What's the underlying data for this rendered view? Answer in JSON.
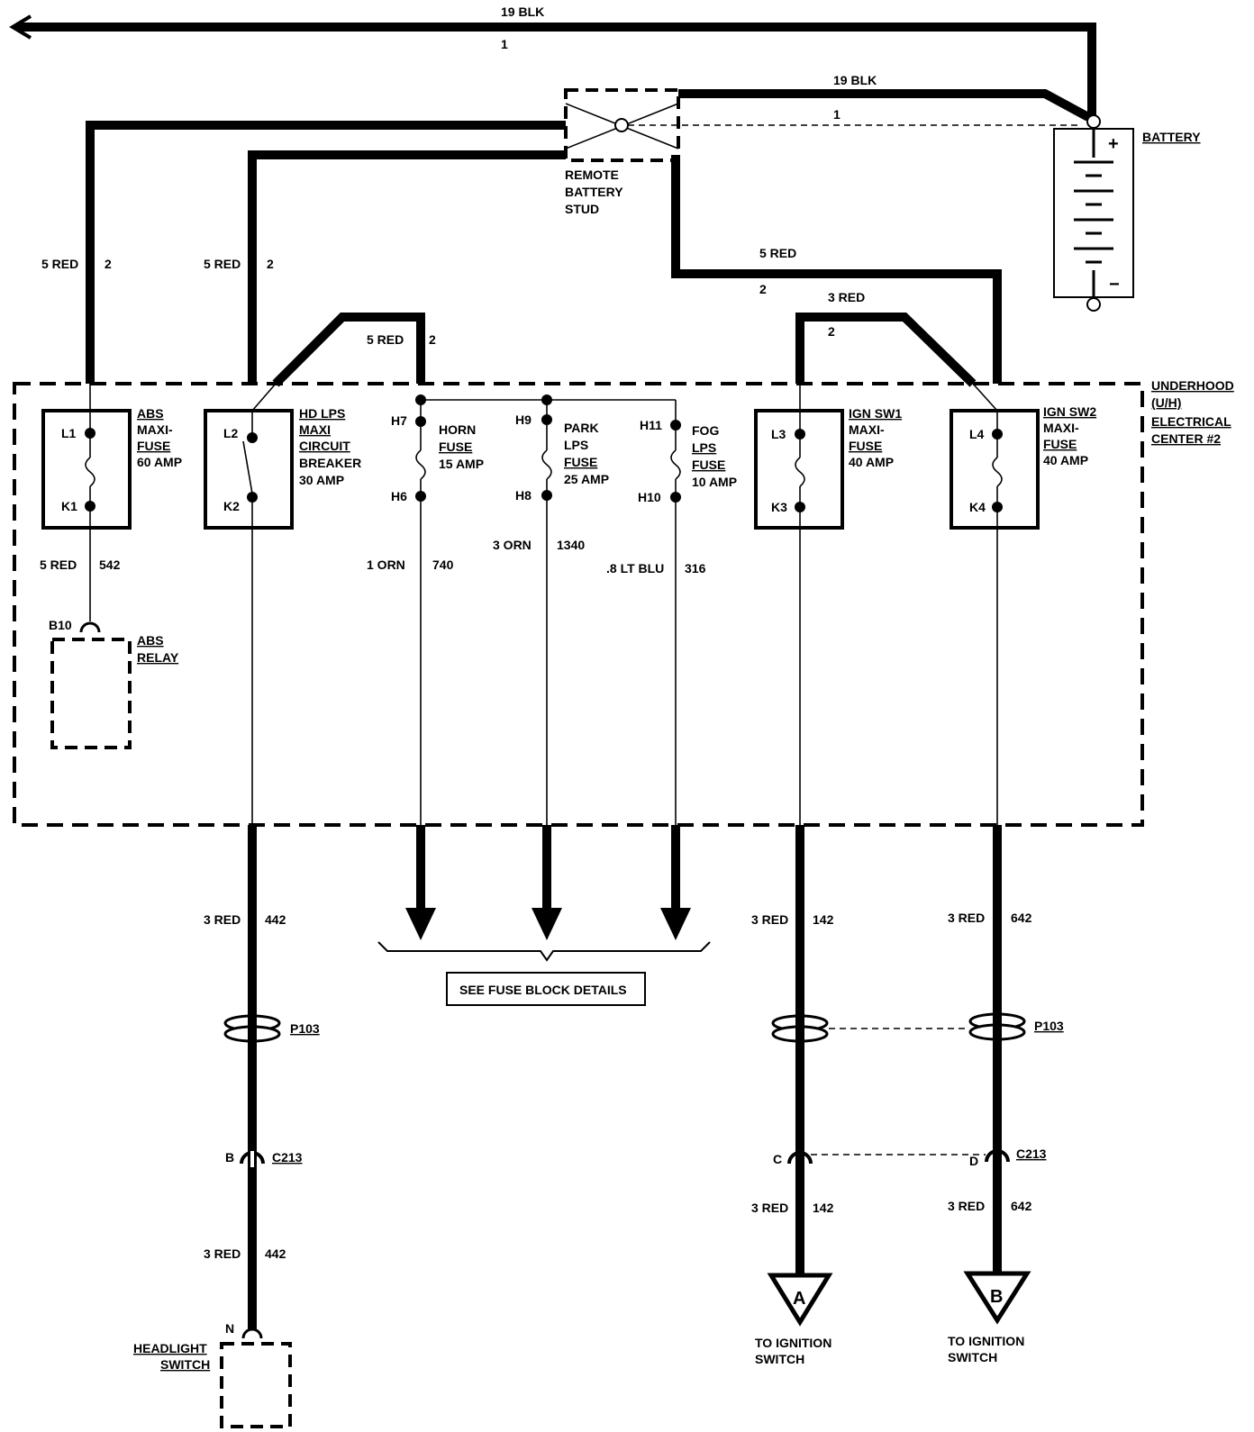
{
  "wires": {
    "ground_top": {
      "size_color": "19 BLK",
      "circuit": "1"
    },
    "battery_to_stud": {
      "size_color": "19 BLK",
      "circuit": "1"
    },
    "abs_feed": {
      "size_color": "5 RED",
      "circuit": "2"
    },
    "hdlps_feed": {
      "size_color": "5 RED",
      "circuit": "2"
    },
    "fuse_bus_feed": {
      "size_color": "5 RED",
      "circuit": "2"
    },
    "ign2_feed": {
      "size_color": "5 RED",
      "circuit": "2"
    },
    "ign1_feed": {
      "size_color": "3 RED",
      "circuit": "2"
    },
    "abs_out": {
      "size_color": "5 RED",
      "circuit": "542"
    },
    "horn_out": {
      "size_color": "1 ORN",
      "circuit": "740"
    },
    "park_out": {
      "size_color": "3 ORN",
      "circuit": "1340"
    },
    "fog_out": {
      "size_color": ".8 LT BLU",
      "circuit": "316"
    },
    "hdlps_out": {
      "size_color": "3 RED",
      "circuit": "442"
    },
    "hdlps_out2": {
      "size_color": "3 RED",
      "circuit": "442"
    },
    "ign1_out": {
      "size_color": "3 RED",
      "circuit": "142"
    },
    "ign1_out2": {
      "size_color": "3 RED",
      "circuit": "142"
    },
    "ign2_out": {
      "size_color": "3 RED",
      "circuit": "642"
    },
    "ign2_out2": {
      "size_color": "3 RED",
      "circuit": "642"
    }
  },
  "components": {
    "battery": {
      "label": "BATTERY",
      "plus": "+",
      "minus": "−"
    },
    "remote_stud": {
      "lines": [
        "REMOTE",
        "BATTERY",
        "STUD"
      ]
    },
    "electrical_center": {
      "lines": [
        "UNDERHOOD",
        "(U/H)",
        "ELECTRICAL",
        "CENTER #2"
      ]
    },
    "abs_fuse": {
      "lines": [
        "ABS",
        "MAXI-",
        "FUSE",
        "60 AMP"
      ],
      "pin_in": "L1",
      "pin_out": "K1"
    },
    "hdlps_breaker": {
      "lines": [
        "HD LPS",
        "MAXI",
        "CIRCUIT",
        "BREAKER",
        "30 AMP"
      ],
      "pin_in": "L2",
      "pin_out": "K2"
    },
    "horn_fuse": {
      "lines": [
        "HORN",
        "FUSE",
        "15 AMP"
      ],
      "pin_in": "H7",
      "pin_out": "H6"
    },
    "park_fuse": {
      "lines": [
        "PARK",
        "LPS",
        "FUSE",
        "25 AMP"
      ],
      "pin_in": "H9",
      "pin_out": "H8"
    },
    "fog_fuse": {
      "lines": [
        "FOG",
        "LPS",
        "FUSE",
        "10 AMP"
      ],
      "pin_in": "H11",
      "pin_out": "H10"
    },
    "ign1_fuse": {
      "lines": [
        "IGN SW1",
        "MAXI-",
        "FUSE",
        "40 AMP"
      ],
      "pin_in": "L3",
      "pin_out": "K3"
    },
    "ign2_fuse": {
      "lines": [
        "IGN SW2",
        "MAXI-",
        "FUSE",
        "40 AMP"
      ],
      "pin_in": "L4",
      "pin_out": "K4"
    },
    "abs_relay": {
      "lines": [
        "ABS",
        "RELAY"
      ],
      "pin": "B10"
    },
    "fuse_block_note": "SEE FUSE BLOCK DETAILS",
    "connector_p103": "P103",
    "connector_c213": "C213",
    "c213_pins": {
      "hdlps": "B",
      "ign1": "C",
      "ign2": "D"
    },
    "headlight_switch": {
      "lines": [
        "HEADLIGHT",
        "SWITCH"
      ],
      "pin": "N"
    },
    "ign_a": {
      "symbol": "A",
      "lines": [
        "TO IGNITION",
        "SWITCH"
      ]
    },
    "ign_b": {
      "symbol": "B",
      "lines": [
        "TO IGNITION",
        "SWITCH"
      ]
    }
  }
}
